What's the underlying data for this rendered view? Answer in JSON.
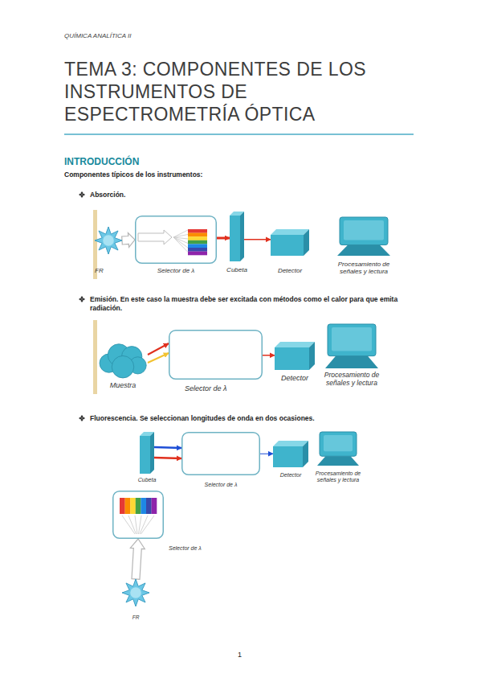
{
  "diagram": {
    "title": "TEMA 3: COMPONENTES DE LOS INSTRUMENTOS DE ESPECTROMETRÍA ÓPTICA",
    "nodes": [
      {
        "text": [
          "FR"
        ]
      },
      {
        "text": [
          "Selector de λ"
        ]
      },
      {
        "text": [
          "Cubeta"
        ]
      },
      {
        "text": [
          "Detector"
        ]
      },
      {
        "text": [
          "Procesamiento de señales y lectura"
        ]
      },
      {
        "text": [
          "Muestra"
        ]
      },
      {
        "text": [
          "Selector de λ"
        ]
      },
      {
        "text": [
          "Detector"
        ]
      },
      {
        "text": [
          "Procesamiento de señales y lectura"
        ]
      },
      {
        "text": [
          "Cubeta"
        ]
      },
      {
        "text": [
          "Selector de λ"
        ]
      },
      {
        "text": [
          "Detector"
        ]
      },
      {
        "text": [
          "Procesamiento de señales y lectura"
        ]
      },
      {
        "text": [
          "Selector de λ"
        ]
      },
      {
        "text": [
          "FR"
        ]
      }
    ],
    "edges": [
      {
        "from": 0,
        "to": 1,
        "arrow": "to"
      },
      {
        "from": 1,
        "to": 2,
        "arrow": "to"
      },
      {
        "from": 2,
        "to": 3,
        "arrow": "to"
      },
      {
        "from": 5,
        "to": 6,
        "arrow": "to"
      },
      {
        "from": 5,
        "to": 6,
        "arrow": "to"
      },
      {
        "from": 6,
        "to": 7,
        "arrow": "to"
      },
      {
        "from": 9,
        "to": 10,
        "arrow": "to"
      },
      {
        "from": 9,
        "to": 10,
        "arrow": "to"
      },
      {
        "from": 10,
        "to": 11,
        "arrow": "to"
      },
      {
        "from": 14,
        "to": 13,
        "arrow": "to"
      }
    ],
    "labels": [
      "QUÍMICA ANALÍTICA II",
      "INTRODUCCIÓN",
      "Componentes típicos de los instrumentos:",
      "Absorción.",
      "Emisión. En este caso la muestra debe ser excitada con métodos como el calor para que emita radiación.",
      "Fluorescencia. Se seleccionan longitudes de onda en dos ocasiones.",
      "1"
    ]
  }
}
